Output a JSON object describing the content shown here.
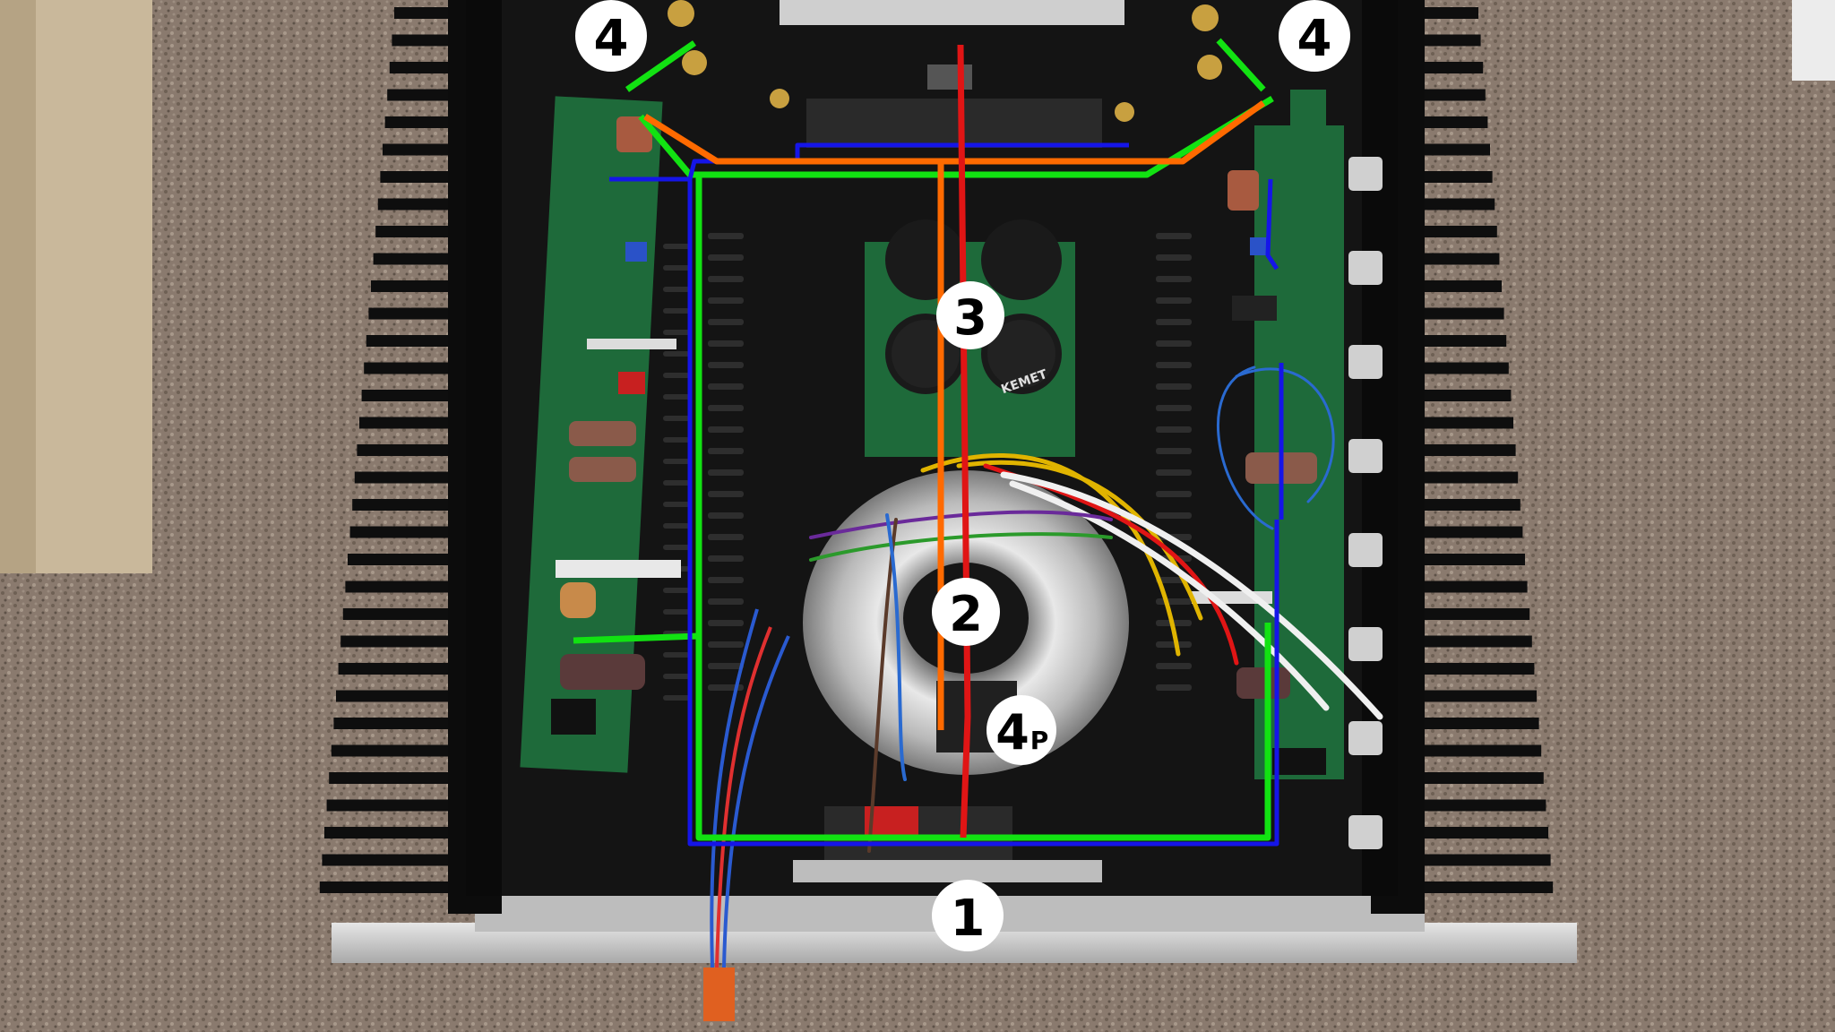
{
  "photo": {
    "markers": [
      {
        "id": "m-left-4",
        "label": "4"
      },
      {
        "id": "m-right-4",
        "label": "4"
      },
      {
        "id": "m-3",
        "label": "3"
      },
      {
        "id": "m-2",
        "label": "2"
      },
      {
        "id": "m-4p",
        "label": "4",
        "sub": "P"
      },
      {
        "id": "m-1",
        "label": "1"
      }
    ],
    "capacitor_brand": "KEMET",
    "colors": {
      "carpet": "#8a7a6e",
      "chassis": "#141414",
      "heatsink": "#0c0c0c",
      "pcb": "#1e6a3a",
      "aluminum": "#c9c9c9",
      "ground_green": "#12e212",
      "ground_blue": "#1515e8",
      "wire_orange": "#ff6a00",
      "wire_red": "#e01515",
      "wire_yellow": "#e0b400",
      "wire_white": "#f0f0f0",
      "wire_purple": "#6a2a9a",
      "wire_brown": "#5a3a2a"
    }
  }
}
